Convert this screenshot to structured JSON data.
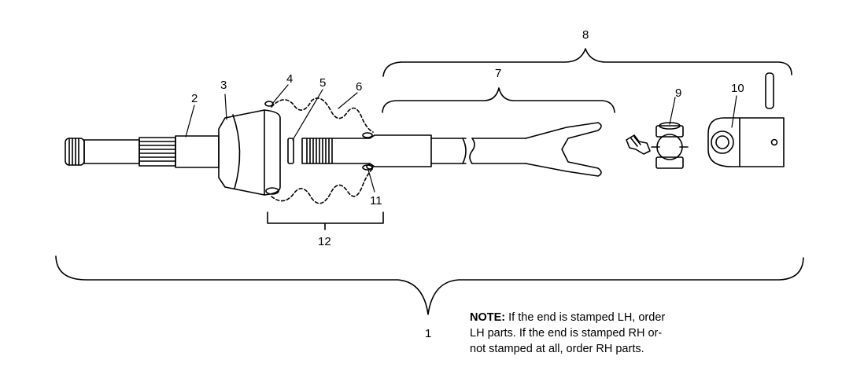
{
  "callouts": {
    "c1": "1",
    "c2": "2",
    "c3": "3",
    "c4": "4",
    "c5": "5",
    "c6": "6",
    "c7": "7",
    "c8": "8",
    "c9": "9",
    "c10": "10",
    "c11": "11",
    "c12": "12"
  },
  "note": {
    "label": "NOTE:",
    "line1": " If the end is stamped LH, order",
    "line2": "LH parts.  If the end is stamped RH or-",
    "line3": "not stamped at all, order RH parts."
  },
  "colors": {
    "ink": "#000000",
    "paper": "#ffffff"
  }
}
